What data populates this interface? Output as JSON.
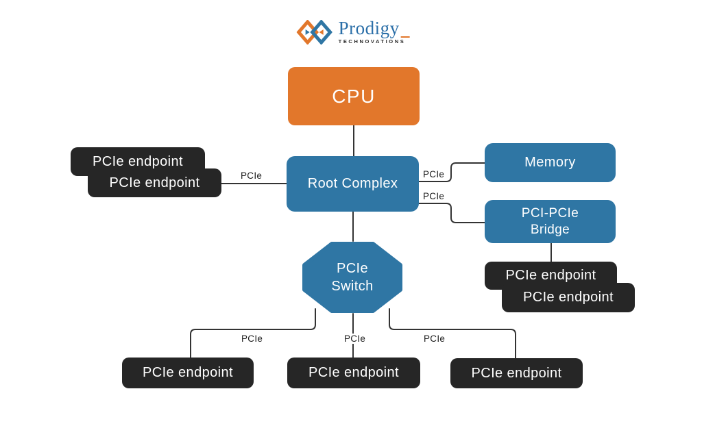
{
  "logo": {
    "name": "Prodigy",
    "tagline": "TECHNOVATIONS"
  },
  "colors": {
    "orange": "#E2772B",
    "blue": "#2F76A4",
    "dark": "#262626",
    "line": "#333333",
    "logoBlue": "#2B6FA8"
  },
  "nodes": {
    "cpu": "CPU",
    "root_complex": "Root Complex",
    "memory": "Memory",
    "bridge": {
      "line1": "PCI-PCIe",
      "line2": "Bridge"
    },
    "switch": {
      "line1": "PCIe",
      "line2": "Switch"
    }
  },
  "endpoints": {
    "left": [
      "PCIe endpoint",
      "PCIe endpoint"
    ],
    "bridge": [
      "PCIe endpoint",
      "PCIe endpoint"
    ],
    "bottom": [
      "PCIe endpoint",
      "PCIe endpoint",
      "PCIe endpoint"
    ]
  },
  "edges": {
    "root_left": "PCIe",
    "root_memory": "PCIe",
    "root_bridge": "PCIe",
    "switch_left": "PCIe",
    "switch_center": "PCIe",
    "switch_right": "PCIe"
  }
}
